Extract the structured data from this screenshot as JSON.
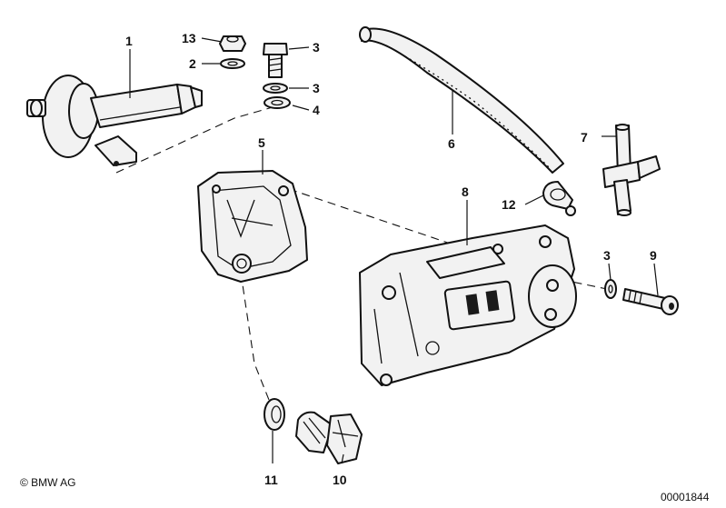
{
  "callouts": [
    {
      "id": "1",
      "text": "1"
    },
    {
      "id": "13",
      "text": "13"
    },
    {
      "id": "2",
      "text": "2"
    },
    {
      "id": "3a",
      "text": "3"
    },
    {
      "id": "3b",
      "text": "3"
    },
    {
      "id": "4",
      "text": "4"
    },
    {
      "id": "5",
      "text": "5"
    },
    {
      "id": "6",
      "text": "6"
    },
    {
      "id": "7",
      "text": "7"
    },
    {
      "id": "8",
      "text": "8"
    },
    {
      "id": "12",
      "text": "12"
    },
    {
      "id": "3c",
      "text": "3"
    },
    {
      "id": "9",
      "text": "9"
    },
    {
      "id": "11",
      "text": "11"
    },
    {
      "id": "10",
      "text": "10"
    }
  ],
  "footer": {
    "copyright": "© BMW AG",
    "diagram_number": "00001844"
  }
}
